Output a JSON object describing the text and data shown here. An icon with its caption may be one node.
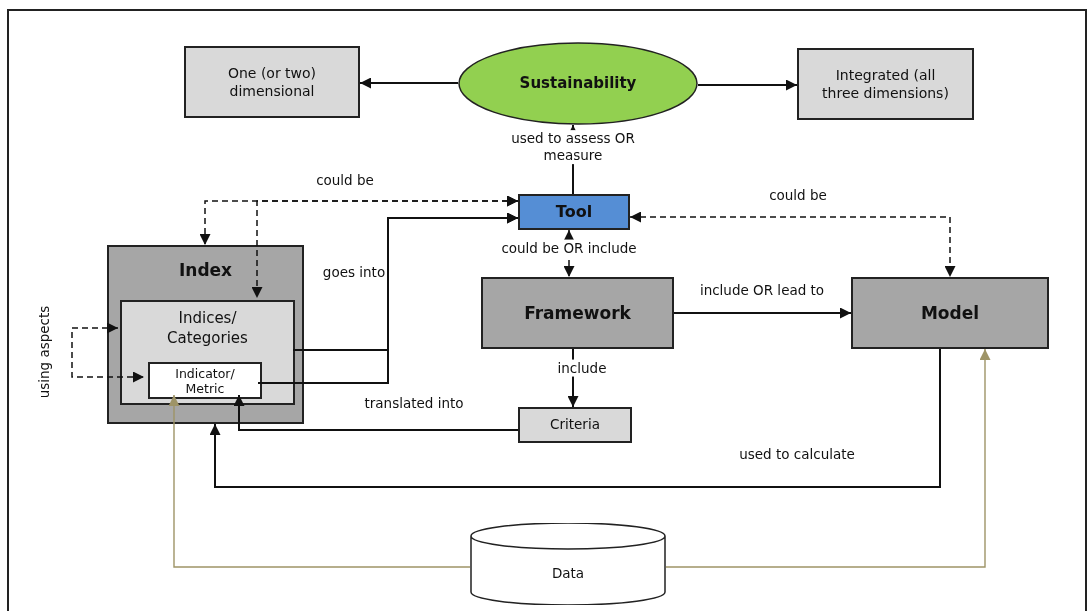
{
  "diagram": {
    "nodes": [
      {
        "text": [
          "Sustainability"
        ]
      },
      {
        "text": [
          "One (or two) dimensional"
        ]
      },
      {
        "text": [
          "Integrated (all three dimensions)"
        ]
      },
      {
        "text": [
          "Tool"
        ]
      },
      {
        "text": [
          "Index"
        ]
      },
      {
        "text": [
          "Indices/ Categories"
        ],
        "in": 4
      },
      {
        "text": [
          "Indicator/ Metric"
        ],
        "in": 5
      },
      {
        "text": [
          "Framework"
        ]
      },
      {
        "text": [
          "Model"
        ]
      },
      {
        "text": [
          "Criteria"
        ]
      },
      {
        "text": [
          "Data"
        ]
      }
    ],
    "edges": [
      {
        "from": 0,
        "to": 1,
        "arrow": "to"
      },
      {
        "from": 0,
        "to": 2,
        "arrow": "to"
      },
      {
        "from": 3,
        "to": 0,
        "arrow": "to",
        "label": "used to assess OR measure"
      },
      {
        "from": 3,
        "to": 4,
        "arrow": "both",
        "style": "dashed",
        "label": "could be"
      },
      {
        "from": 3,
        "to": 5,
        "arrow": "both",
        "style": "dashed"
      },
      {
        "from": 5,
        "to": 3,
        "arrow": "to",
        "label": "goes into"
      },
      {
        "from": 6,
        "to": 3,
        "arrow": "to"
      },
      {
        "from": 3,
        "to": 7,
        "arrow": "both",
        "style": "dashed",
        "label": "could be OR include"
      },
      {
        "from": 3,
        "to": 8,
        "arrow": "both",
        "style": "dashed",
        "label": "could be"
      },
      {
        "from": 7,
        "to": 8,
        "arrow": "to",
        "label": "include OR lead to"
      },
      {
        "from": 7,
        "to": 9,
        "arrow": "to",
        "label": "include"
      },
      {
        "from": 9,
        "to": 6,
        "arrow": "to",
        "label": "translated into"
      },
      {
        "from": 8,
        "to": 4,
        "arrow": "to",
        "label": "used to calculate"
      },
      {
        "from": 5,
        "to": 6,
        "arrow": "both",
        "style": "dashed",
        "label": "using aspects"
      },
      {
        "from": 10,
        "to": 6,
        "arrow": "to",
        "color": "#9e9467"
      },
      {
        "from": 10,
        "to": 8,
        "arrow": "to",
        "color": "#9e9467"
      }
    ]
  }
}
